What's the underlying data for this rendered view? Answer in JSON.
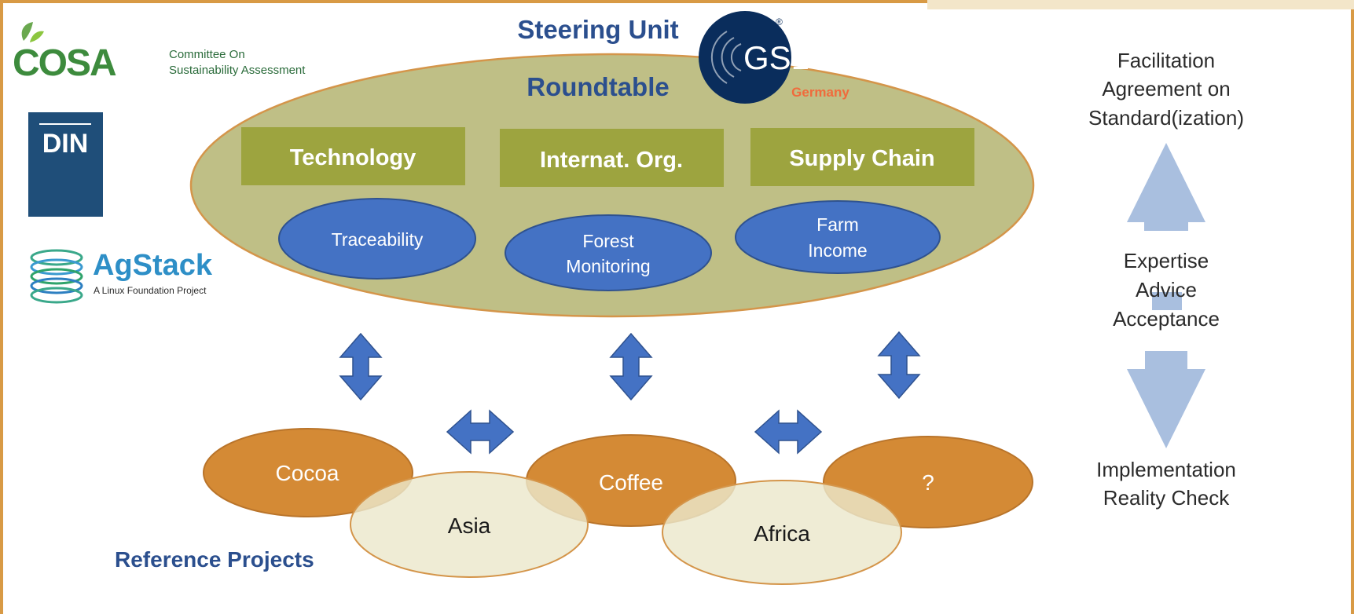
{
  "header": {
    "steering_unit": "Steering Unit",
    "roundtable": "Roundtable"
  },
  "logos": {
    "cosa_mark": "COSA",
    "cosa_line1": "Committee On",
    "cosa_line2": "Sustainability Assessment",
    "din": "DIN",
    "agstack_name": "AgStack",
    "agstack_sub": "A Linux Foundation Project",
    "gs1_mark": "GS1",
    "gs1_registered": "®",
    "gs1_country": "Germany"
  },
  "workstreams": [
    {
      "label": "Technology",
      "topic_lines": [
        "Traceability"
      ]
    },
    {
      "label": "Internat. Org.",
      "topic_lines": [
        "Forest",
        "Monitoring"
      ]
    },
    {
      "label": "Supply Chain",
      "topic_lines": [
        "Farm",
        "Income"
      ]
    }
  ],
  "reference_projects": {
    "label": "Reference Projects",
    "commodities": [
      "Cocoa",
      "Coffee",
      "?"
    ],
    "regions": [
      "Asia",
      "Africa"
    ]
  },
  "process": {
    "top_lines": [
      "Facilitation",
      "Agreement on",
      "Standard(ization)"
    ],
    "middle_lines": [
      "Expertise",
      "Advice",
      "Acceptance"
    ],
    "bottom_lines": [
      "Implementation",
      "Reality Check"
    ]
  },
  "colors": {
    "frame": "#d89a45",
    "roundtable_fill": "#bfbf86",
    "roundtable_stroke": "#d4954a",
    "workstream_box": "#9da43f",
    "topic_fill": "#4472c4",
    "commodity_fill": "#d48a35",
    "region_fill": "#ece8cc",
    "title_blue": "#2b4f8e",
    "arrow_blue": "#4472c4",
    "process_arrow": "#a9bfdf"
  }
}
